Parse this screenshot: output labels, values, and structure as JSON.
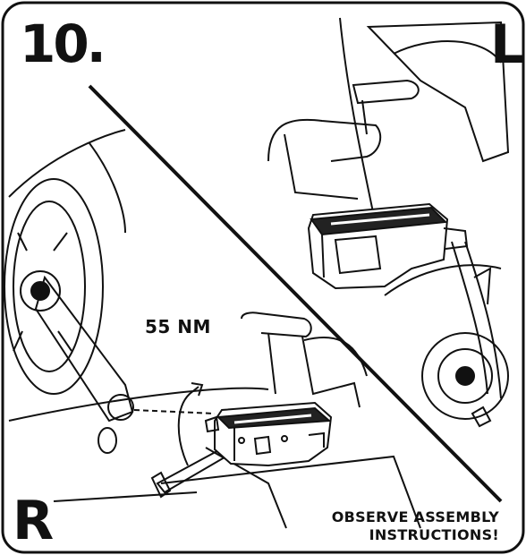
{
  "step_number": "10.",
  "side_left_label": "L",
  "side_right_label": "R",
  "torque_label": "55 NM",
  "note_lines": [
    "OBSERVE ASSEMBLY",
    "INSTRUCTIONS!"
  ],
  "colors": {
    "ink": "#111111",
    "background": "#ffffff"
  },
  "icons": [
    "pedal-left-illustration",
    "pedal-right-illustration",
    "crank-arm-illustration",
    "rotation-arrow-icon"
  ]
}
